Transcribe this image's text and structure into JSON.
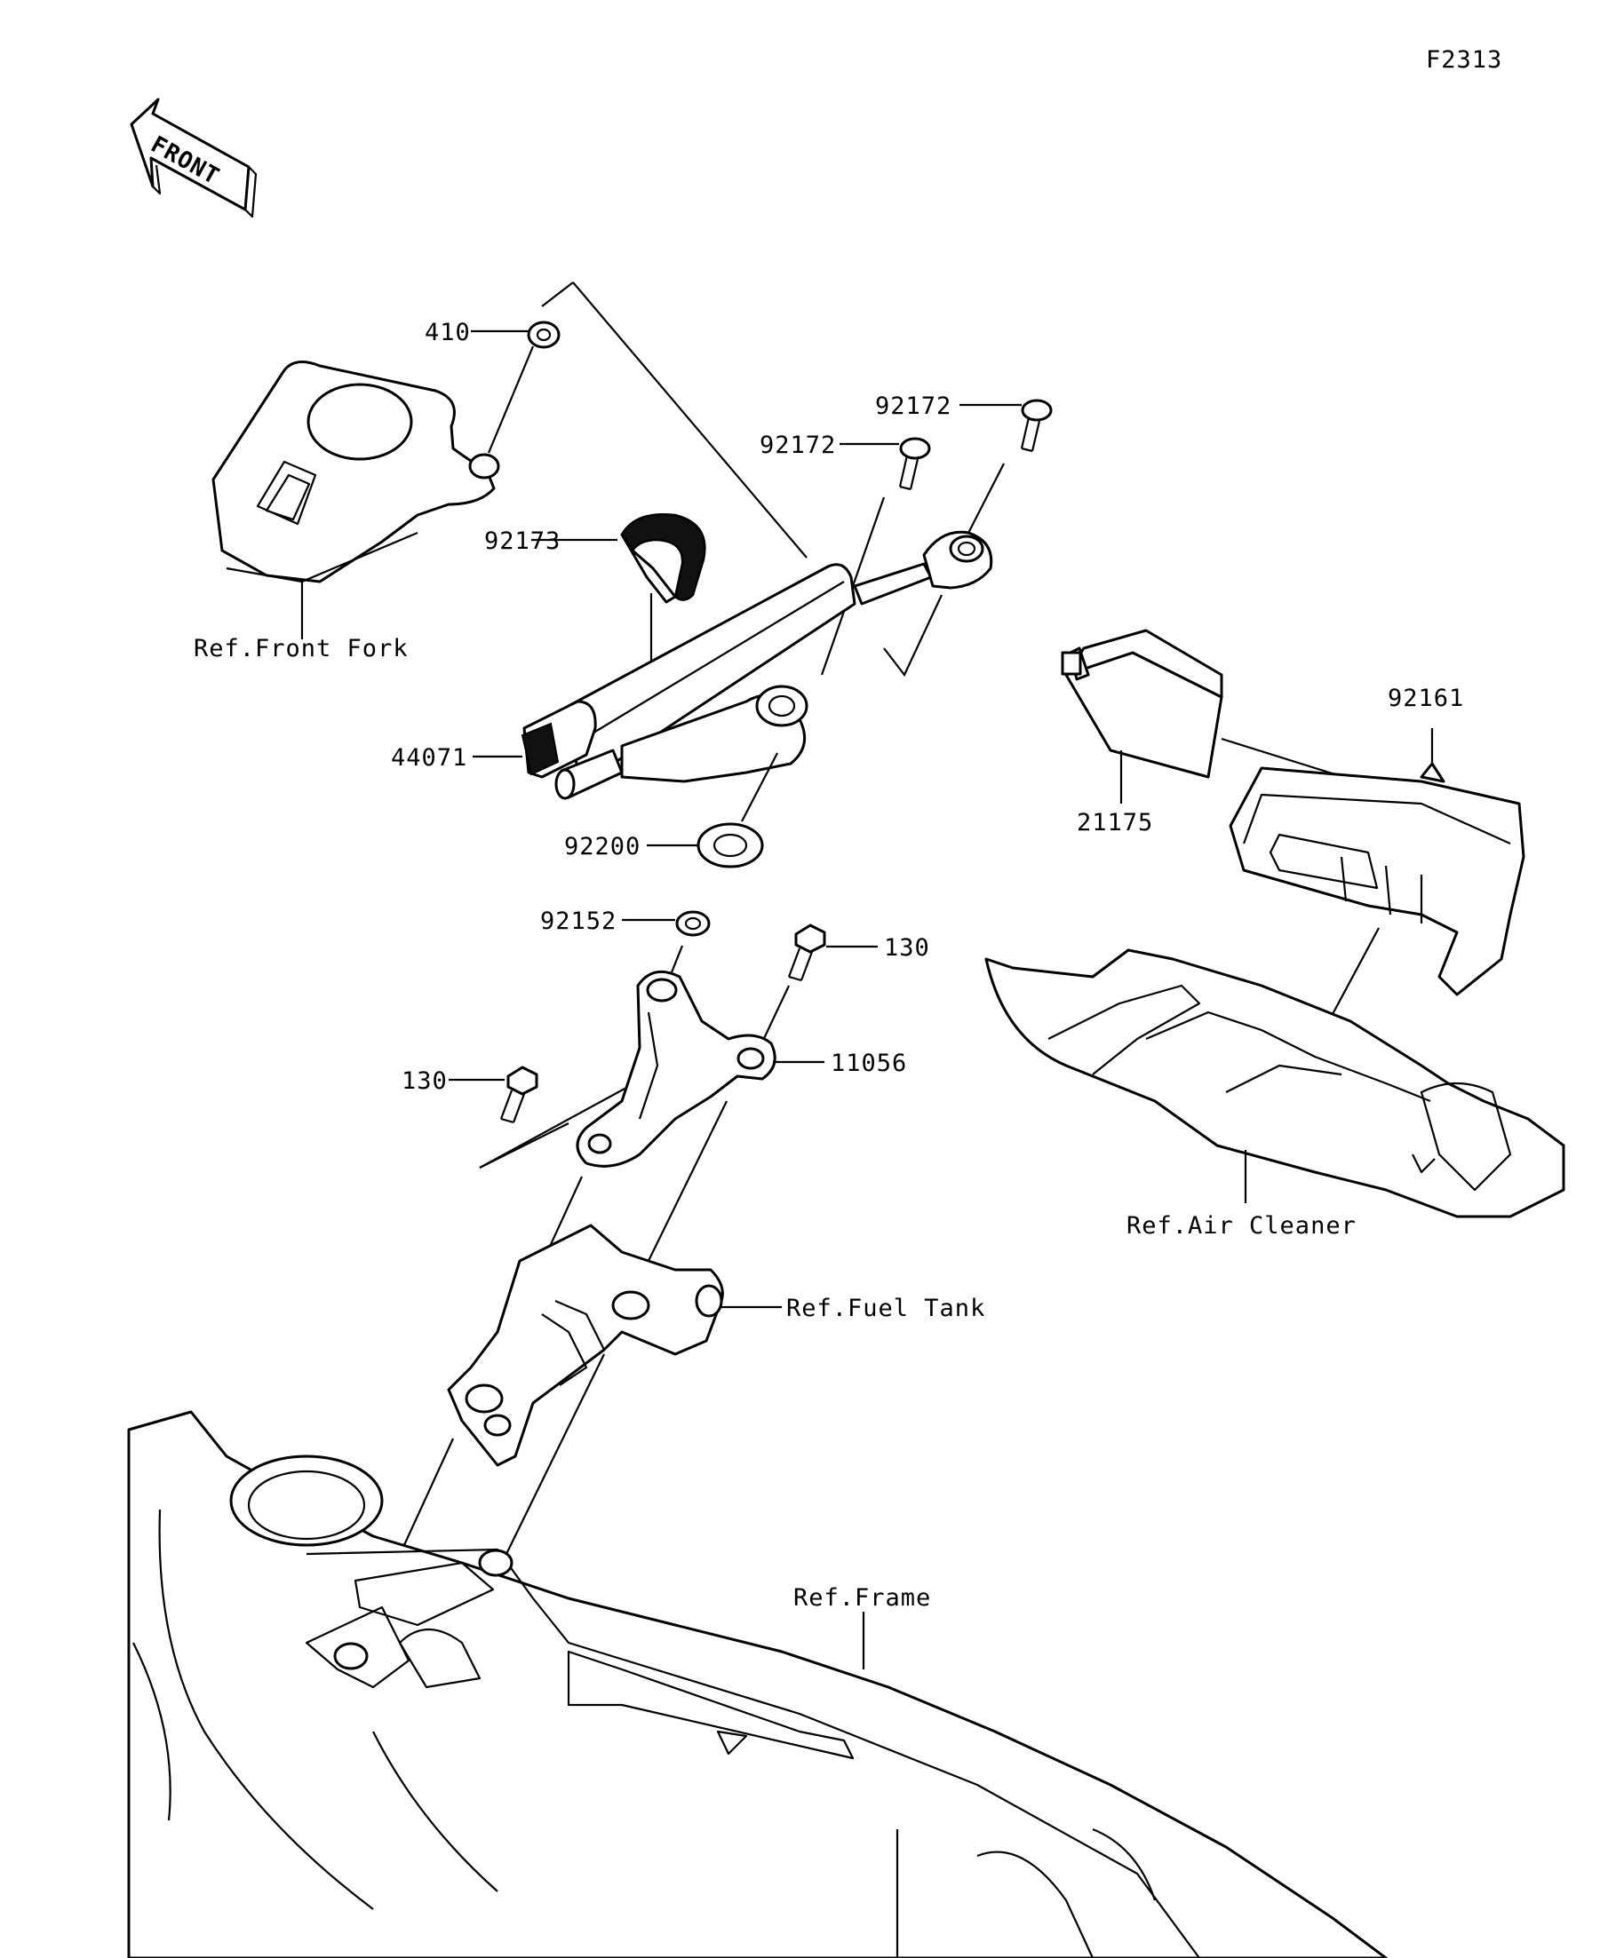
{
  "diagram": {
    "code": "F2313",
    "front_label": "FRONT",
    "labels": {
      "p410": "410",
      "p92172a": "92172",
      "p92172b": "92172",
      "p92173": "92173",
      "ref_front_fork": "Ref.Front Fork",
      "p44071": "44071",
      "p92200": "92200",
      "p92152": "92152",
      "p130a": "130",
      "p130b": "130",
      "p11056": "11056",
      "p21175": "21175",
      "p92161": "92161",
      "ref_air_cleaner": "Ref.Air Cleaner",
      "ref_fuel_tank": "Ref.Fuel Tank",
      "ref_frame": "Ref.Frame"
    }
  }
}
